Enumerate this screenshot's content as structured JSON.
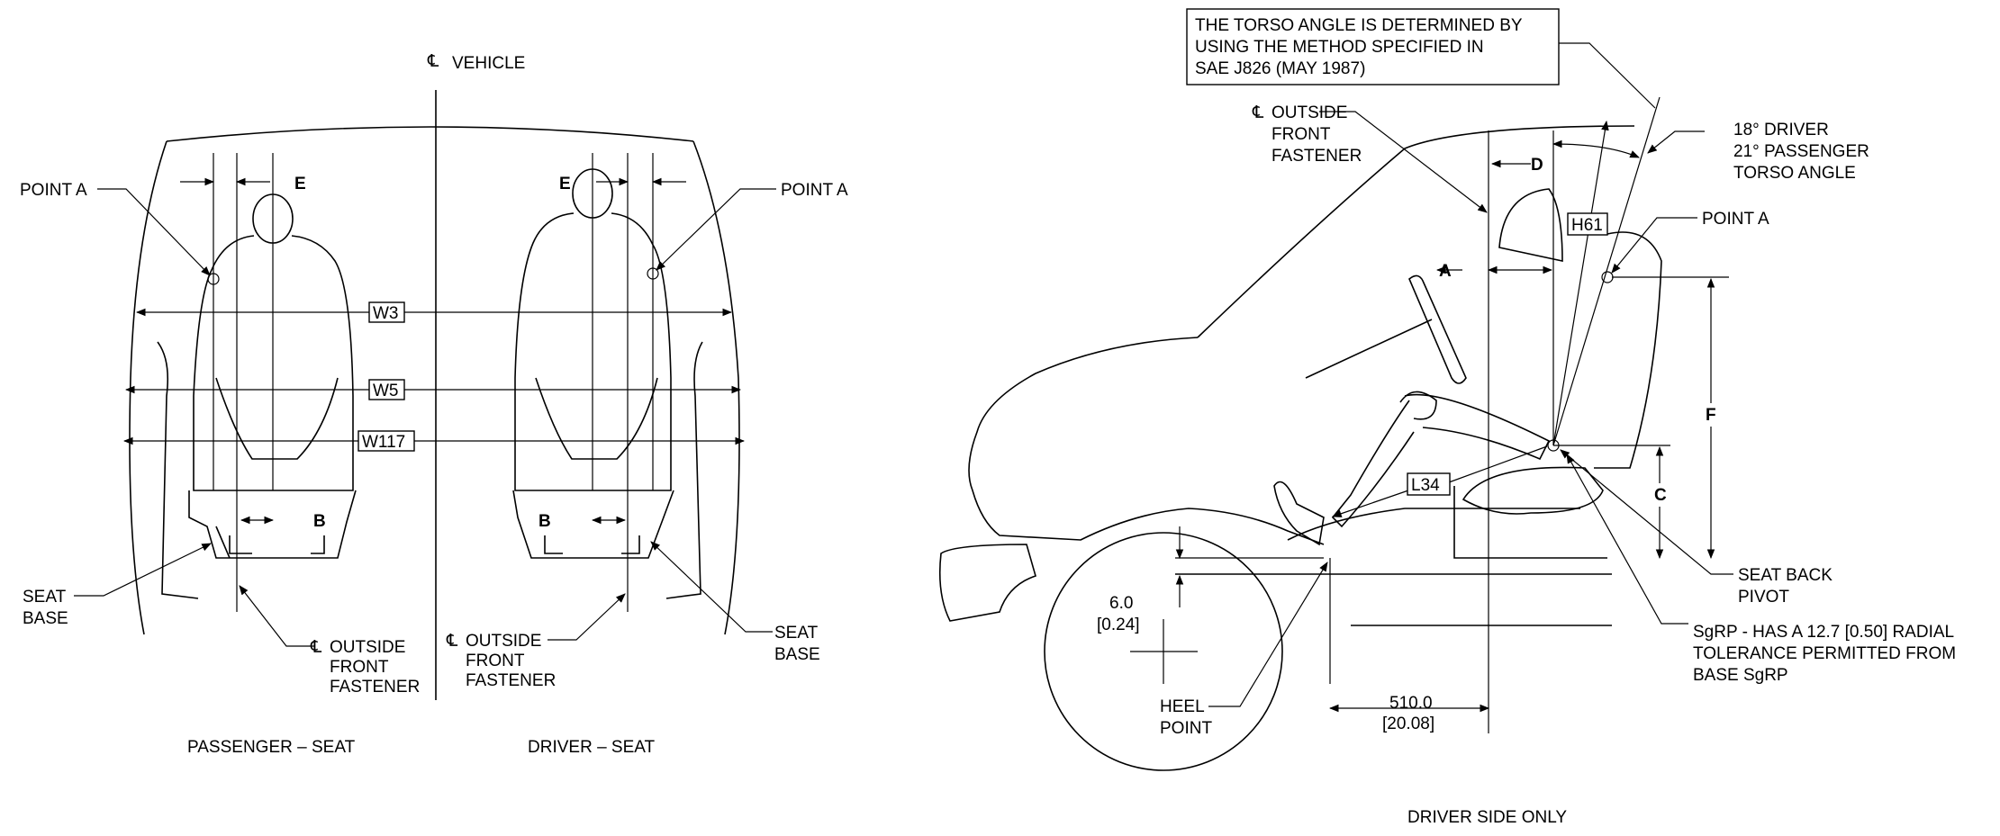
{
  "front_view": {
    "centerline_label": "VEHICLE",
    "point_a_left": "POINT A",
    "point_a_right": "POINT A",
    "dim_e_left": "E",
    "dim_e_right": "E",
    "dim_w3": "W3",
    "dim_w5": "W5",
    "dim_w117": "W117",
    "dim_b_left": "B",
    "dim_b_right": "B",
    "seat_base_left": [
      "SEAT",
      "BASE"
    ],
    "seat_base_right": [
      "SEAT",
      "BASE"
    ],
    "fastener_left": [
      "OUTSIDE",
      "FRONT",
      "FASTENER"
    ],
    "fastener_right": [
      "OUTSIDE",
      "FRONT",
      "FASTENER"
    ],
    "caption_passenger": "PASSENGER – SEAT",
    "caption_driver": "DRIVER – SEAT"
  },
  "side_view": {
    "note_box": [
      "THE TORSO ANGLE IS DETERMINED BY",
      "USING THE METHOD SPECIFIED IN",
      "SAE J826 (MAY 1987)"
    ],
    "fastener": [
      "OUTSIDE",
      "FRONT",
      "FASTENER"
    ],
    "torso_angle": [
      "18° DRIVER",
      "21° PASSENGER",
      "TORSO ANGLE"
    ],
    "point_a": "POINT A",
    "dim_d": "D",
    "dim_a": "A",
    "dim_f": "F",
    "dim_c": "C",
    "dim_h61": "H61",
    "dim_l34": "L34",
    "seat_back_pivot": [
      "SEAT BACK",
      "PIVOT"
    ],
    "sgrp_note": [
      "SgRP - HAS A 12.7 [0.50] RADIAL",
      "TOLERANCE PERMITTED FROM",
      "BASE SgRP"
    ],
    "heel_offset": [
      "6.0",
      "[0.24]"
    ],
    "heel_point": [
      "HEEL",
      "POINT"
    ],
    "horizontal_dim": [
      "510.0",
      "[20.08]"
    ],
    "caption": "DRIVER SIDE ONLY"
  }
}
